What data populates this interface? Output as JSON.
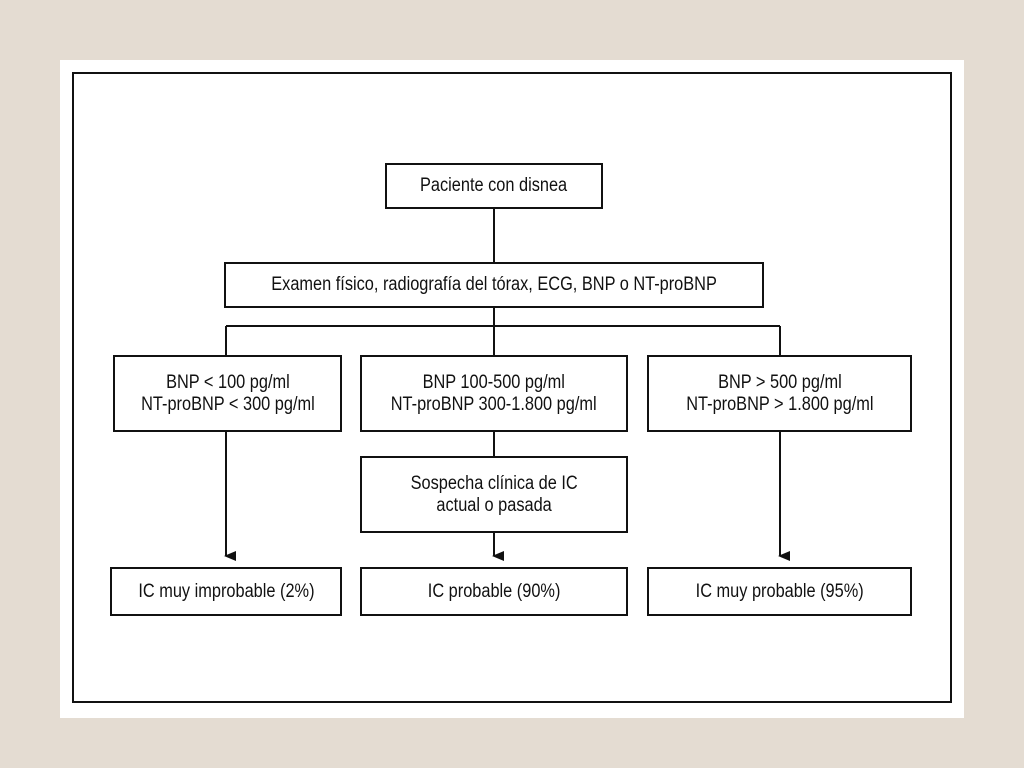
{
  "flowchart": {
    "start": "Paciente con disnea",
    "exam": "Examen físico, radiografía del tórax, ECG, BNP o NT-proBNP",
    "low": {
      "line1": "BNP < 100 pg/ml",
      "line2": "NT-proBNP < 300 pg/ml",
      "result": "IC muy improbable (2%)"
    },
    "mid": {
      "line1": "BNP 100-500 pg/ml",
      "line2": "NT-proBNP 300-1.800 pg/ml",
      "suspicion_line1": "Sospecha clínica de IC",
      "suspicion_line2": "actual o pasada",
      "result": "IC probable (90%)"
    },
    "high": {
      "line1": "BNP > 500 pg/ml",
      "line2": "NT-proBNP > 1.800 pg/ml",
      "result": "IC muy probable (95%)"
    }
  },
  "colors": {
    "slide_background": "#e4dcd2",
    "panel": "#ffffff",
    "line": "#111111"
  }
}
